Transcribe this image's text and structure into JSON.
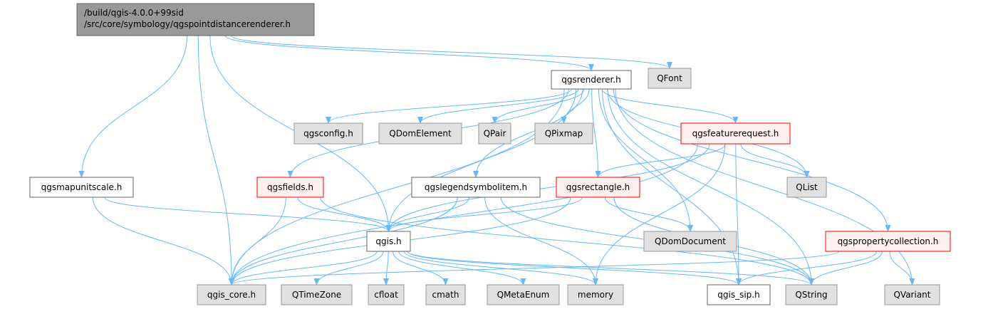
{
  "nodes": [
    {
      "id": "root",
      "lines": [
        "/build/qgis-4.0.0+99sid",
        "/src/core/symbology/qgspointdistancerenderer.h"
      ],
      "style": "root"
    },
    {
      "id": "qgsrenderer.h",
      "lines": [
        "qgsrenderer.h"
      ],
      "style": "normal"
    },
    {
      "id": "QFont",
      "lines": [
        "QFont"
      ],
      "style": "external"
    },
    {
      "id": "qgsconfig.h",
      "lines": [
        "qgsconfig.h"
      ],
      "style": "external"
    },
    {
      "id": "QDomElement",
      "lines": [
        "QDomElement"
      ],
      "style": "external"
    },
    {
      "id": "QPair",
      "lines": [
        "QPair"
      ],
      "style": "external"
    },
    {
      "id": "QPixmap",
      "lines": [
        "QPixmap"
      ],
      "style": "external"
    },
    {
      "id": "qgsfeaturerequest.h",
      "lines": [
        "qgsfeaturerequest.h"
      ],
      "style": "truncated"
    },
    {
      "id": "qgsmapunitscale.h",
      "lines": [
        "qgsmapunitscale.h"
      ],
      "style": "normal"
    },
    {
      "id": "qgsfields.h",
      "lines": [
        "qgsfields.h"
      ],
      "style": "truncated"
    },
    {
      "id": "qgslegendsymbolitem.h",
      "lines": [
        "qgslegendsymbolitem.h"
      ],
      "style": "normal"
    },
    {
      "id": "qgsrectangle.h",
      "lines": [
        "qgsrectangle.h"
      ],
      "style": "truncated"
    },
    {
      "id": "QList",
      "lines": [
        "QList"
      ],
      "style": "external"
    },
    {
      "id": "qgis.h",
      "lines": [
        "qgis.h"
      ],
      "style": "normal"
    },
    {
      "id": "QDomDocument",
      "lines": [
        "QDomDocument"
      ],
      "style": "external"
    },
    {
      "id": "qgspropertycollection.h",
      "lines": [
        "qgspropertycollection.h"
      ],
      "style": "truncated"
    },
    {
      "id": "qgis_core.h",
      "lines": [
        "qgis_core.h"
      ],
      "style": "external"
    },
    {
      "id": "QTimeZone",
      "lines": [
        "QTimeZone"
      ],
      "style": "external"
    },
    {
      "id": "cfloat",
      "lines": [
        "cfloat"
      ],
      "style": "external"
    },
    {
      "id": "cmath",
      "lines": [
        "cmath"
      ],
      "style": "external"
    },
    {
      "id": "QMetaEnum",
      "lines": [
        "QMetaEnum"
      ],
      "style": "external"
    },
    {
      "id": "memory",
      "lines": [
        "memory"
      ],
      "style": "external"
    },
    {
      "id": "qgis_sip.h",
      "lines": [
        "qgis_sip.h"
      ],
      "style": "normal"
    },
    {
      "id": "QString",
      "lines": [
        "QString"
      ],
      "style": "external"
    },
    {
      "id": "QVariant",
      "lines": [
        "QVariant"
      ],
      "style": "external"
    }
  ],
  "edges": [
    [
      "root",
      "qgis_core.h"
    ],
    [
      "root",
      "qgsmapunitscale.h"
    ],
    [
      "root",
      "qgis.h"
    ],
    [
      "root",
      "qgsrenderer.h"
    ],
    [
      "root",
      "QFont"
    ],
    [
      "qgsrenderer.h",
      "qgsconfig.h"
    ],
    [
      "qgsrenderer.h",
      "QDomElement"
    ],
    [
      "qgsrenderer.h",
      "QPair"
    ],
    [
      "qgsrenderer.h",
      "QPixmap"
    ],
    [
      "qgsrenderer.h",
      "qgsfeaturerequest.h"
    ],
    [
      "qgsrenderer.h",
      "qgsfields.h"
    ],
    [
      "qgsrenderer.h",
      "qgslegendsymbolitem.h"
    ],
    [
      "qgsrenderer.h",
      "qgsrectangle.h"
    ],
    [
      "qgsrenderer.h",
      "QList"
    ],
    [
      "qgsrenderer.h",
      "qgis_core.h"
    ],
    [
      "qgsrenderer.h",
      "qgis.h"
    ],
    [
      "qgsrenderer.h",
      "QDomDocument"
    ],
    [
      "qgsrenderer.h",
      "qgis_sip.h"
    ],
    [
      "qgsrenderer.h",
      "qgspropertycollection.h"
    ],
    [
      "qgsrenderer.h",
      "QString"
    ],
    [
      "qgsrenderer.h",
      "QVariant"
    ],
    [
      "qgsfeaturerequest.h",
      "qgis_core.h"
    ],
    [
      "qgsfeaturerequest.h",
      "qgis.h"
    ],
    [
      "qgsfeaturerequest.h",
      "qgsrectangle.h"
    ],
    [
      "qgsfeaturerequest.h",
      "QList"
    ],
    [
      "qgsfeaturerequest.h",
      "memory"
    ],
    [
      "qgsfeaturerequest.h",
      "qgis_sip.h"
    ],
    [
      "qgsmapunitscale.h",
      "qgis.h"
    ],
    [
      "qgsmapunitscale.h",
      "qgis_core.h"
    ],
    [
      "qgsfields.h",
      "qgis_core.h"
    ],
    [
      "qgsfields.h",
      "qgis.h"
    ],
    [
      "qgsfields.h",
      "QString"
    ],
    [
      "qgslegendsymbolitem.h",
      "qgis_core.h"
    ],
    [
      "qgslegendsymbolitem.h",
      "qgis.h"
    ],
    [
      "qgslegendsymbolitem.h",
      "memory"
    ],
    [
      "qgslegendsymbolitem.h",
      "QString"
    ],
    [
      "qgsrectangle.h",
      "qgis_core.h"
    ],
    [
      "qgsrectangle.h",
      "qgis.h"
    ],
    [
      "qgsrectangle.h",
      "QDomDocument"
    ],
    [
      "qgsrectangle.h",
      "QString"
    ],
    [
      "qgis.h",
      "qgis_core.h"
    ],
    [
      "qgis.h",
      "QTimeZone"
    ],
    [
      "qgis.h",
      "cfloat"
    ],
    [
      "qgis.h",
      "cmath"
    ],
    [
      "qgis.h",
      "QMetaEnum"
    ],
    [
      "qgis.h",
      "memory"
    ],
    [
      "qgis.h",
      "qgis_sip.h"
    ],
    [
      "qgis.h",
      "QString"
    ],
    [
      "qgspropertycollection.h",
      "qgis_core.h"
    ],
    [
      "qgspropertycollection.h",
      "qgis_sip.h"
    ],
    [
      "qgspropertycollection.h",
      "QString"
    ],
    [
      "qgspropertycollection.h",
      "QVariant"
    ]
  ],
  "colors": {
    "edge": "#63b8ff",
    "root_fill": "#999999",
    "root_border": "#666666",
    "normal_fill": "#ffffff",
    "normal_border": "#666666",
    "external_fill": "#e0e0e0",
    "external_border": "#999999",
    "truncated_fill": "#fff0f0",
    "truncated_border": "#ff0000"
  }
}
